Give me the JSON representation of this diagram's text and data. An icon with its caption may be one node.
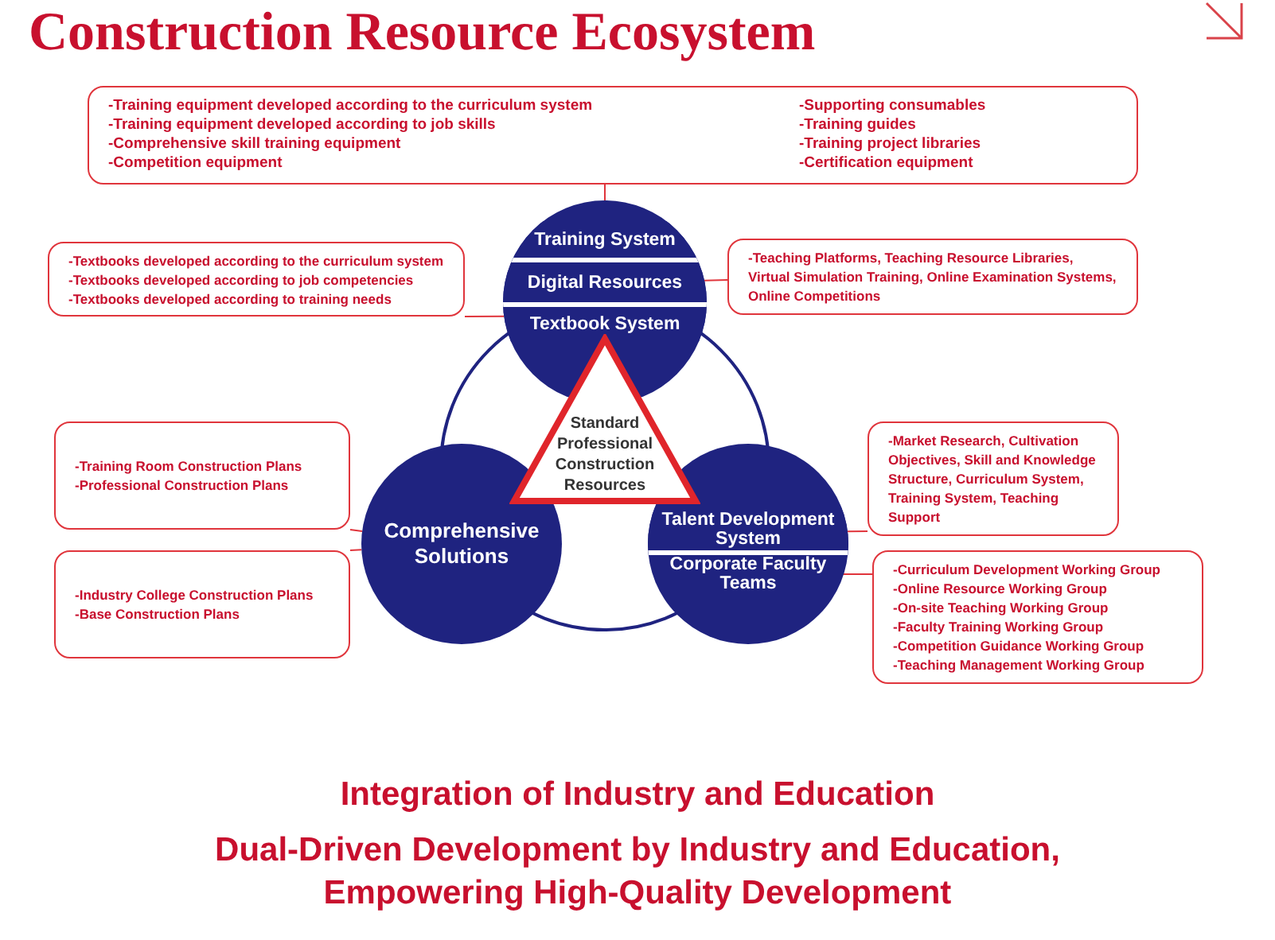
{
  "diagram": {
    "title": "Construction Resource Ecosystem",
    "nodes": [
      {
        "text": [],
        "shape": "circle"
      },
      {
        "text": [
          "Training System"
        ],
        "in": 0
      },
      {
        "text": [
          "Digital Resources"
        ],
        "in": 0
      },
      {
        "text": [
          "Textbook System"
        ],
        "in": 0
      },
      {
        "text": [
          "Comprehensive Solutions"
        ]
      },
      {
        "text": [],
        "shape": "circle"
      },
      {
        "text": [
          "Talent Development System"
        ],
        "in": 5
      },
      {
        "text": [
          "Corporate Faculty Teams"
        ],
        "in": 5
      },
      {
        "text": [
          "Standard Professional Construction Resources"
        ]
      },
      {
        "text": [
          "-Training equipment developed according to the curriculum system",
          "-Training equipment developed according to job skills",
          "-Comprehensive skill training equipment",
          "-Competition equipment",
          "-Supporting consumables",
          "-Training guides",
          "-Training project libraries",
          "-Certification equipment"
        ]
      },
      {
        "text": [
          "-Textbooks developed according to the curriculum system",
          "-Textbooks developed according to job competencies",
          "-Textbooks developed according to training needs"
        ]
      },
      {
        "text": [
          "-Teaching Platforms, Teaching Resource Libraries, Virtual Simulation Training, Online Examination Systems, Online Competitions"
        ]
      },
      {
        "text": [
          "-Training Room Construction Plans",
          "-Professional Construction Plans"
        ]
      },
      {
        "text": [
          "-Industry College Construction Plans",
          "-Base Construction Plans"
        ]
      },
      {
        "text": [
          "-Market Research, Cultivation Objectives, Skill and Knowledge Structure, Curriculum System, Training System, Teaching Support"
        ]
      },
      {
        "text": [
          "-Curriculum Development Working Group",
          "-Online Resource Working Group",
          "-On-site Teaching Working Group",
          "-Faculty Training Working Group",
          "-Competition Guidance Working Group",
          "-Teaching Management Working Group"
        ]
      }
    ],
    "edges": [
      {
        "from": 9,
        "to": 1,
        "arrow": "none"
      },
      {
        "from": 10,
        "to": 3,
        "arrow": "none"
      },
      {
        "from": 11,
        "to": 2,
        "arrow": "none"
      },
      {
        "from": 12,
        "to": 4,
        "arrow": "none"
      },
      {
        "from": 13,
        "to": 4,
        "arrow": "none"
      },
      {
        "from": 14,
        "to": 6,
        "arrow": "none"
      },
      {
        "from": 15,
        "to": 7,
        "arrow": "none"
      }
    ],
    "labels": [
      "Integration of Industry and Education",
      "Dual-Driven Development by Industry and Education, Empowering High-Quality Development"
    ]
  }
}
